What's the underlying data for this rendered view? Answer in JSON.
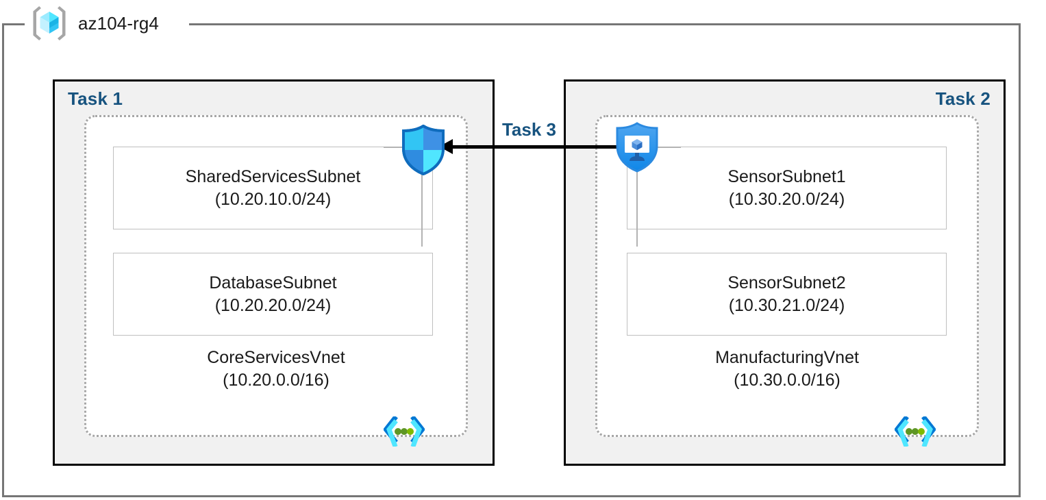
{
  "resource_group": {
    "name": "az104-rg4",
    "icon": "resource-group-cube-icon"
  },
  "tasks": [
    {
      "id": "task-1",
      "label": "Task 1"
    },
    {
      "id": "task-2",
      "label": "Task 2"
    },
    {
      "id": "task-3",
      "label": "Task 3"
    }
  ],
  "vnets": [
    {
      "id": "core-services",
      "name": "CoreServicesVnet",
      "cidr": "(10.20.0.0/16)",
      "icon": "virtual-network-icon",
      "subnets": [
        {
          "id": "shared-services",
          "name": "SharedServicesSubnet",
          "cidr": "(10.20.10.0/24)"
        },
        {
          "id": "database",
          "name": "DatabaseSubnet",
          "cidr": "(10.20.20.0/24)"
        }
      ]
    },
    {
      "id": "manufacturing",
      "name": "ManufacturingVnet",
      "cidr": "(10.30.0.0/16)",
      "icon": "virtual-network-icon",
      "subnets": [
        {
          "id": "sensor-1",
          "name": "SensorSubnet1",
          "cidr": "(10.30.20.0/24)"
        },
        {
          "id": "sensor-2",
          "name": "SensorSubnet2",
          "cidr": "(10.30.21.0/24)"
        }
      ]
    }
  ],
  "icons": {
    "nsg": "network-security-group-shield-icon",
    "peering": "vnet-peering-shield-monitor-icon",
    "arrow": "peering-arrow-left-icon"
  },
  "colors": {
    "task_label": "#17537f",
    "task_box_fill": "#f1f1f1",
    "task_box_border": "#000000",
    "vnet_border": "#a6a6a6",
    "subnet_border": "#bfbfbf",
    "frame_border": "#767676",
    "azure_blue": "#0078d4",
    "azure_cyan": "#50e6ff",
    "azure_green": "#7fba00",
    "arrow": "#000000"
  }
}
